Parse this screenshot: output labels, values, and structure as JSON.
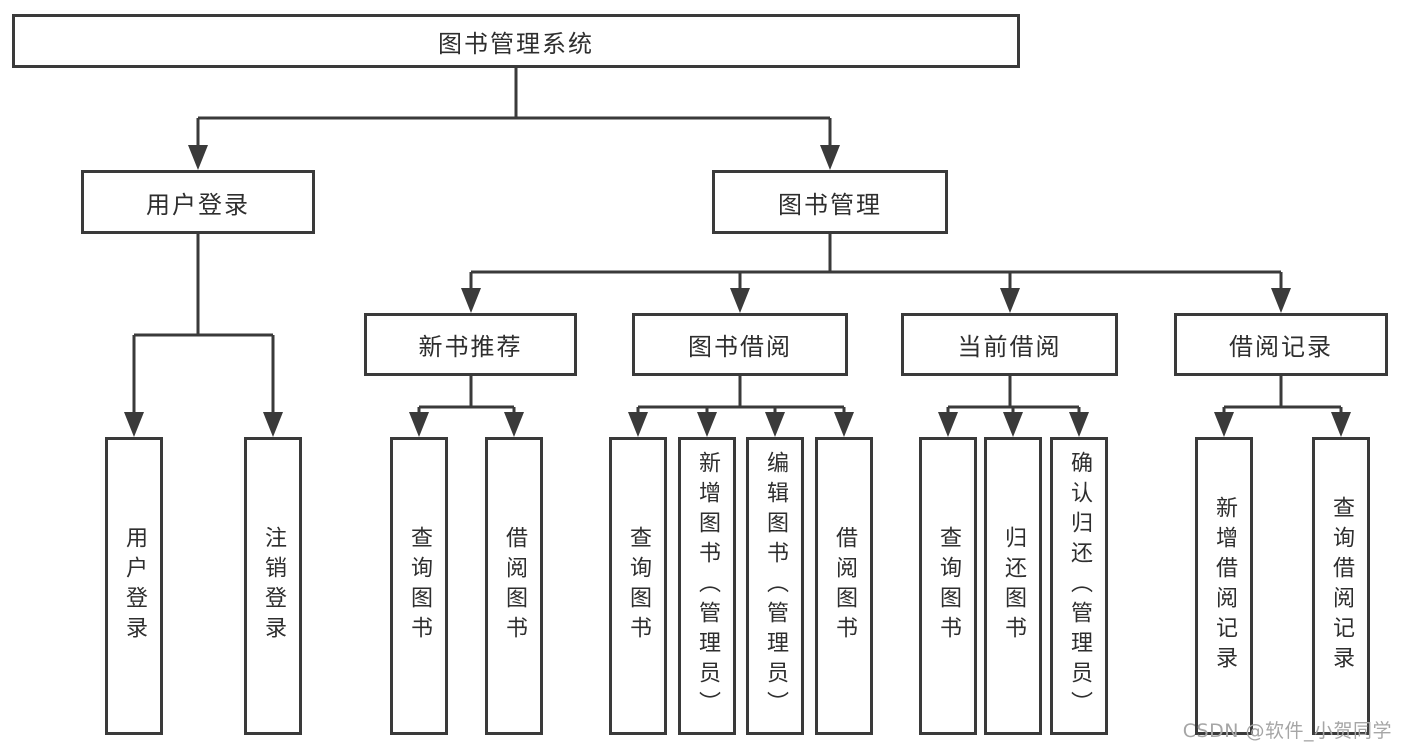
{
  "diagram_title": "图书管理系统",
  "nodes": {
    "root": "图书管理系统",
    "user_login": "用户登录",
    "book_management": "图书管理",
    "new_book_recommend": "新书推荐",
    "book_borrow": "图书借阅",
    "current_borrow": "当前借阅",
    "borrow_records": "借阅记录",
    "leaf_user_login": "用户登录",
    "leaf_logout": "注销登录",
    "leaf_nb_query_book": "查询图书",
    "leaf_nb_borrow_book": "借阅图书",
    "leaf_bb_query_book": "查询图书",
    "leaf_bb_add_book": "新增图书（管理员）",
    "leaf_bb_edit_book": "编辑图书（管理员）",
    "leaf_bb_borrow_book": "借阅图书",
    "leaf_cb_query_book": "查询图书",
    "leaf_cb_return_book": "归还图书",
    "leaf_cb_confirm_return": "确认归还（管理员）",
    "leaf_br_add_record": "新增借阅记录",
    "leaf_br_query_record": "查询借阅记录"
  },
  "watermark": "CSDN @软件_小贺同学",
  "colors": {
    "line": "#3a3a3a",
    "text": "#2e2e2e",
    "watermark": "#a6a6a6",
    "background": "#ffffff"
  }
}
